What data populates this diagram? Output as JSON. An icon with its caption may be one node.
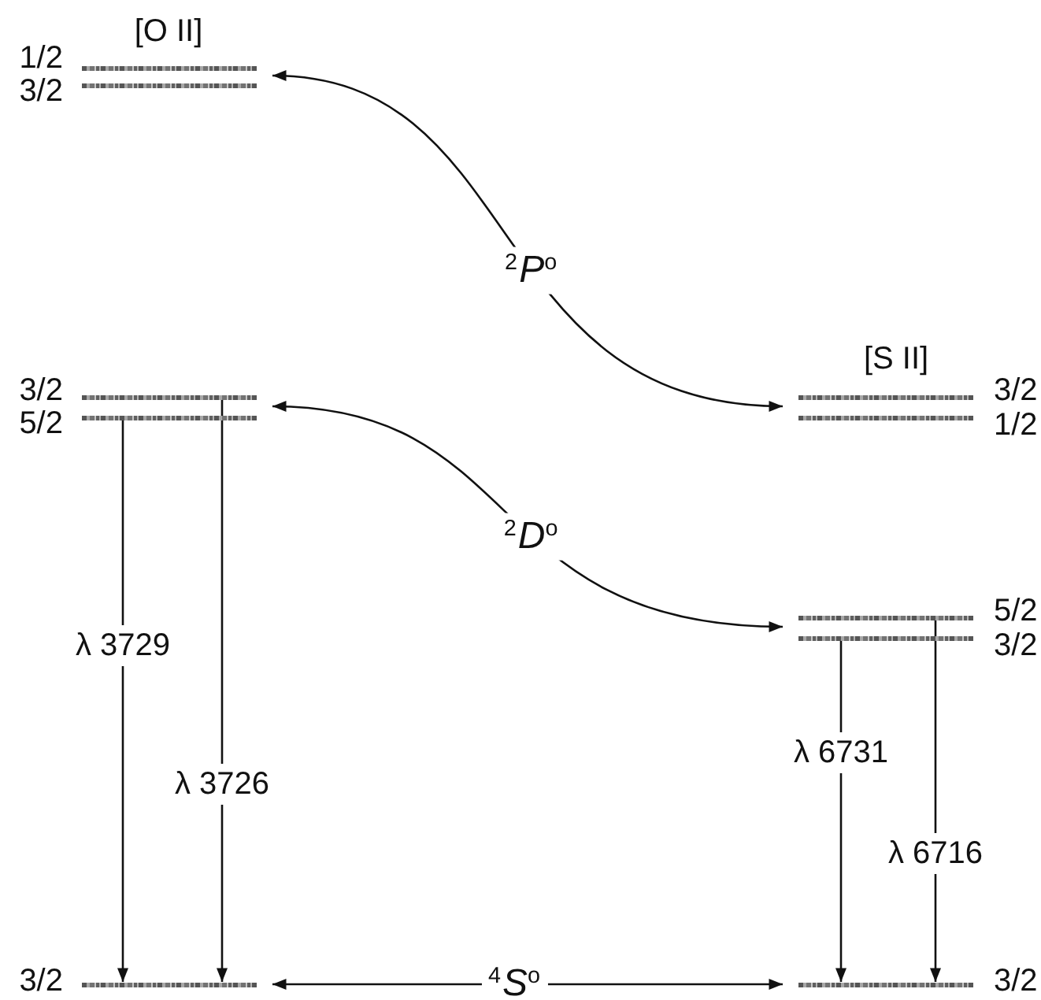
{
  "diagram": {
    "nodes": [
      {
        "text": [],
        "shape": "bar",
        "beside": [
          "1/2"
        ]
      },
      {
        "text": [],
        "shape": "bar",
        "beside": [
          "3/2"
        ]
      },
      {
        "text": [],
        "shape": "bar",
        "beside": [
          "3/2"
        ]
      },
      {
        "text": [],
        "shape": "bar",
        "beside": [
          "5/2"
        ]
      },
      {
        "text": [],
        "shape": "bar",
        "beside": [
          "3/2"
        ]
      },
      {
        "text": [],
        "shape": "bar",
        "beside": [
          "3/2"
        ]
      },
      {
        "text": [],
        "shape": "bar",
        "beside": [
          "1/2"
        ]
      },
      {
        "text": [],
        "shape": "bar",
        "beside": [
          "5/2"
        ]
      },
      {
        "text": [],
        "shape": "bar",
        "beside": [
          "3/2"
        ]
      },
      {
        "text": [],
        "shape": "bar",
        "beside": [
          "3/2"
        ]
      }
    ],
    "edges": [
      {
        "from": 0,
        "to": 5,
        "arrow": "both",
        "label": "$^{2}$*P*$^{o}$"
      },
      {
        "from": 2,
        "to": 7,
        "arrow": "both",
        "label": "$^{2}$*D*$^{o}$"
      },
      {
        "from": 4,
        "to": 9,
        "arrow": "both",
        "label": "$^{4}$*S*$^{o}$"
      },
      {
        "from": 3,
        "to": 4,
        "arrow": "to",
        "label": "λ 3729"
      },
      {
        "from": 2,
        "to": 4,
        "arrow": "to",
        "label": "λ 3726"
      },
      {
        "from": 8,
        "to": 9,
        "arrow": "to",
        "label": "λ 6731"
      },
      {
        "from": 7,
        "to": 9,
        "arrow": "to",
        "label": "λ 6716"
      }
    ],
    "labels": [
      "[O II]",
      "[S II]"
    ]
  }
}
